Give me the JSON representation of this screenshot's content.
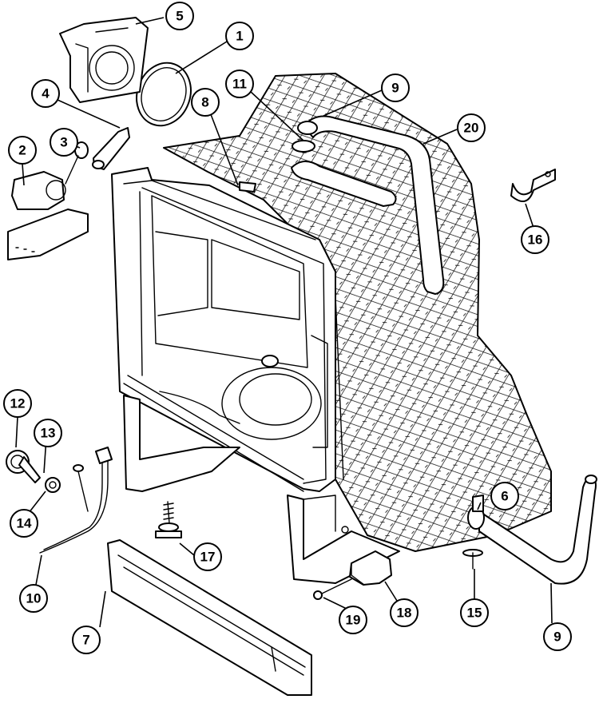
{
  "diagram": {
    "callouts": [
      {
        "id": "c1",
        "label": "1"
      },
      {
        "id": "c2",
        "label": "2"
      },
      {
        "id": "c3",
        "label": "3"
      },
      {
        "id": "c4",
        "label": "4"
      },
      {
        "id": "c5",
        "label": "5"
      },
      {
        "id": "c6",
        "label": "6"
      },
      {
        "id": "c7",
        "label": "7"
      },
      {
        "id": "c8",
        "label": "8"
      },
      {
        "id": "c9a",
        "label": "9"
      },
      {
        "id": "c9b",
        "label": "9"
      },
      {
        "id": "c10",
        "label": "10"
      },
      {
        "id": "c11",
        "label": "11"
      },
      {
        "id": "c12",
        "label": "12"
      },
      {
        "id": "c13",
        "label": "13"
      },
      {
        "id": "c14",
        "label": "14"
      },
      {
        "id": "c15",
        "label": "15"
      },
      {
        "id": "c16",
        "label": "16"
      },
      {
        "id": "c17",
        "label": "17"
      },
      {
        "id": "c18",
        "label": "18"
      },
      {
        "id": "c19",
        "label": "19"
      },
      {
        "id": "c20",
        "label": "20"
      }
    ]
  }
}
